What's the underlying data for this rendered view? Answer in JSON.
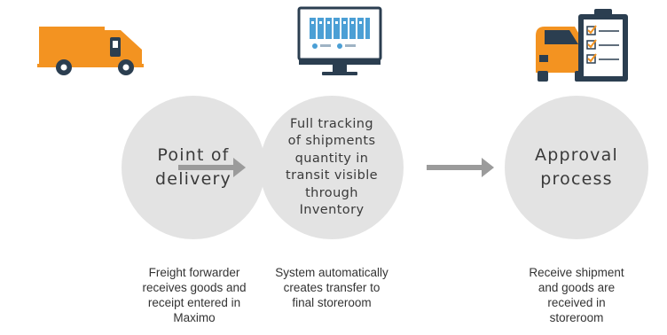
{
  "colors": {
    "accent": "#f39321",
    "dark": "#2b3e50",
    "screen": "#4b9fd5",
    "circle": "#e3e3e3",
    "arrow": "#9b9b9b"
  },
  "steps": [
    {
      "icon": "delivery-van-icon",
      "title": "Point of\ndelivery",
      "caption": "Freight forwarder\nreceives goods and\nreceipt entered in\nMaximo"
    },
    {
      "icon": "computer-monitor-icon",
      "title": "Full tracking\nof shipments\nquantity in\ntransit visible\nthrough\nInventory",
      "caption": "System automatically\ncreates transfer to\nfinal storeroom"
    },
    {
      "icon": "truck-checklist-icon",
      "title": "Approval\nprocess",
      "caption": "Receive shipment\nand goods are\nreceived in\nstoreroom"
    }
  ]
}
